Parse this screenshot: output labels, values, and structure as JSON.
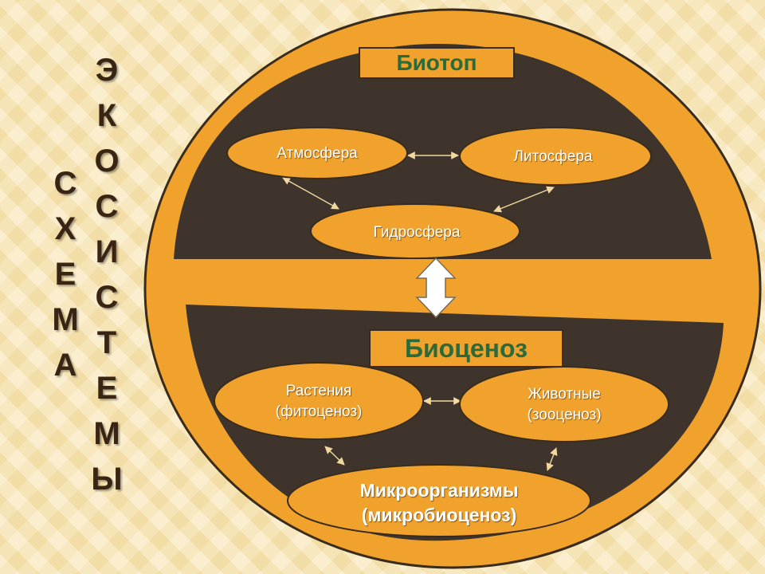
{
  "title_left": [
    "С",
    "Х",
    "Е",
    "М",
    "А"
  ],
  "title_right": [
    "Э",
    "К",
    "О",
    "С",
    "И",
    "С",
    "Т",
    "Е",
    "М",
    "Ы"
  ],
  "biotop": {
    "header": "Биотоп",
    "nodes": {
      "atmosfera": "Атмосфера",
      "litosfera": "Литосфера",
      "gidrosfera": "Гидросфера"
    }
  },
  "biocenoz": {
    "header": "Биоценоз",
    "nodes": {
      "rasteniya": [
        "Растения",
        "(фитоценоз)"
      ],
      "zhivotnye": [
        "Животные",
        "(зооценоз)"
      ],
      "mikro": [
        "Микроорганизмы",
        "(микробиоценоз)"
      ]
    }
  },
  "colors": {
    "orange": "#f0a22c",
    "dark": "#3e342b",
    "green_text": "#2b6a3a",
    "background": "#f7e4b0"
  }
}
